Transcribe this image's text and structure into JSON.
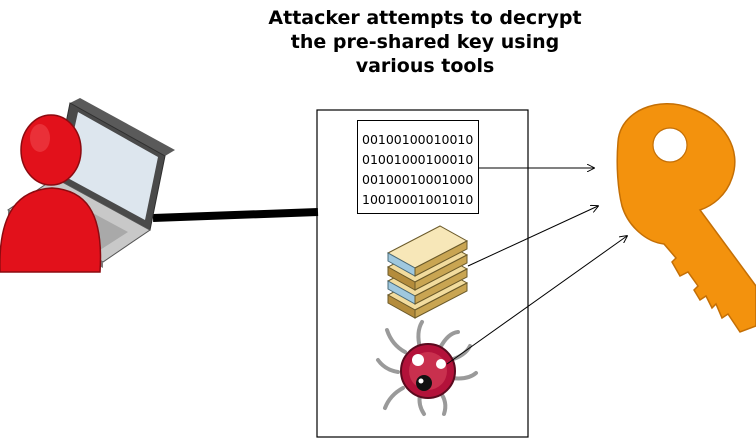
{
  "title": {
    "line1": "Attacker attempts to decrypt",
    "line2": "the pre-shared key using",
    "line3": "various tools"
  },
  "binary_lines": [
    "00100100010010",
    "01001000100010",
    "00100010001000",
    "10010001001010"
  ],
  "colors": {
    "person": "#e2111b",
    "key": "#f3920d",
    "laptop_frame": "#4a4a4a",
    "screen": "#dde6ee",
    "books": "#f2dc9e",
    "bug": "#b3123a"
  },
  "icons": [
    "person-icon",
    "laptop-icon",
    "books-icon",
    "bug-icon",
    "key-icon"
  ]
}
